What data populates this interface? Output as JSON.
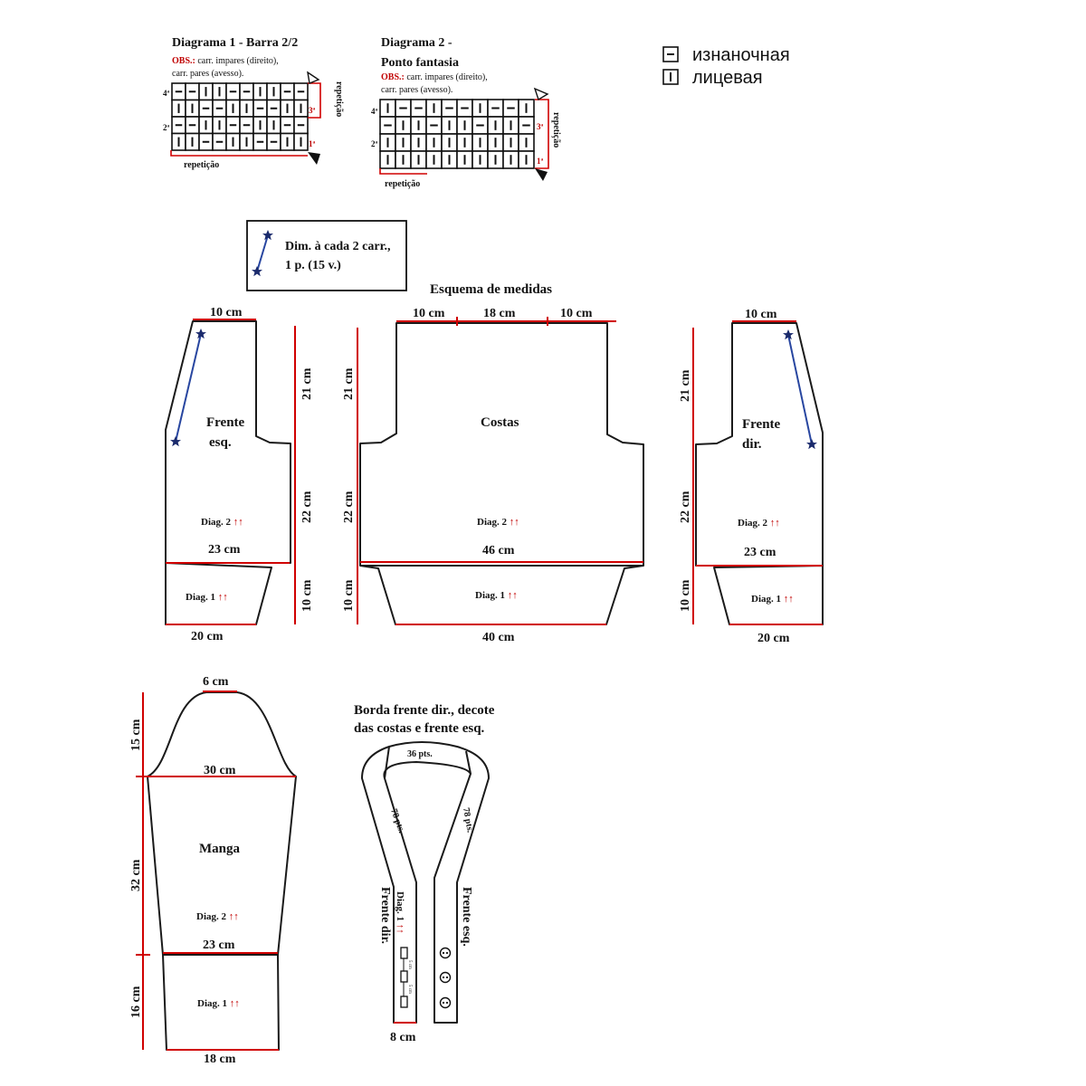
{
  "legend": {
    "purl": "изнаночная",
    "knit": "лицевая"
  },
  "diagram1": {
    "title": "Diagrama 1 - Barra 2/2",
    "obs_label": "OBS.:",
    "obs_line1": " carr. impares (direito),",
    "obs_line2": "carr. pares (avesso).",
    "rows": [
      "4ª",
      "3ª",
      "2ª",
      "1ª"
    ],
    "side_rows": [
      "3ª",
      "1ª"
    ],
    "repeat_vertical": "repetição",
    "repeat_horizontal": "repetição",
    "cells": [
      [
        "-",
        "-",
        "|",
        "|",
        "-",
        "-",
        "|",
        "|",
        "-",
        "-"
      ],
      [
        "|",
        "|",
        "-",
        "-",
        "|",
        "|",
        "-",
        "-",
        "|",
        "|"
      ],
      [
        "-",
        "-",
        "|",
        "|",
        "-",
        "-",
        "|",
        "|",
        "-",
        "-"
      ],
      [
        "|",
        "|",
        "-",
        "-",
        "|",
        "|",
        "-",
        "-",
        "|",
        "|"
      ]
    ]
  },
  "diagram2": {
    "title_line1": "Diagrama 2 -",
    "title_line2": "Ponto fantasia",
    "obs_label": "OBS.:",
    "obs_line1": " carr. impares (direito),",
    "obs_line2": "carr. pares (avesso).",
    "rows": [
      "4ª",
      "2ª"
    ],
    "side_rows": [
      "3ª",
      "1ª"
    ],
    "repeat_vertical": "repetição",
    "repeat_horizontal": "repetição",
    "cells": [
      [
        "|",
        "-",
        "-",
        "|",
        "-",
        "-",
        "|",
        "-",
        "-",
        "|"
      ],
      [
        "-",
        "|",
        "|",
        "-",
        "|",
        "|",
        "-",
        "|",
        "|",
        "-"
      ],
      [
        "|",
        "|",
        "|",
        "|",
        "|",
        "|",
        "|",
        "|",
        "|",
        "|"
      ],
      [
        "|",
        "|",
        "|",
        "|",
        "|",
        "|",
        "|",
        "|",
        "|",
        "|"
      ]
    ]
  },
  "decrease_note": {
    "line1": "Dim. à cada 2 carr.,",
    "line2": "1 p. (15 v.)"
  },
  "scheme_title": "Esquema de medidas",
  "front_left": {
    "top": "10 cm",
    "name_line1": "Frente",
    "name_line2": "esq.",
    "diag2": "Diag. 2",
    "width": "23 cm",
    "diag1": "Diag. 1",
    "bottom": "20 cm",
    "h1": "21 cm",
    "h2": "22 cm",
    "h3": "10 cm"
  },
  "back": {
    "top_left": "10 cm",
    "top_mid": "18 cm",
    "top_right": "10 cm",
    "name": "Costas",
    "diag2": "Diag. 2",
    "width": "46 cm",
    "diag1": "Diag. 1",
    "bottom": "40 cm",
    "h1": "21 cm",
    "h2": "22 cm",
    "h3": "10 cm"
  },
  "front_right": {
    "top": "10 cm",
    "name_line1": "Frente",
    "name_line2": "dir.",
    "diag2": "Diag. 2",
    "width": "23 cm",
    "diag1": "Diag. 1",
    "bottom": "20 cm",
    "h1": "21 cm",
    "h2": "22 cm",
    "h3": "10 cm"
  },
  "sleeve": {
    "top": "6 cm",
    "width_top": "30 cm",
    "name": "Manga",
    "diag2": "Diag. 2",
    "width_mid": "23 cm",
    "diag1": "Diag. 1",
    "bottom": "18 cm",
    "h1": "15 cm",
    "h2": "32 cm",
    "h3": "16 cm"
  },
  "border": {
    "title_line1": "Borda frente dir., decote",
    "title_line2": "das costas e frente esq.",
    "top_pts": "36 pts.",
    "left_pts": "78 pts.",
    "right_pts": "78 pts.",
    "left_label": "Frente dir.",
    "right_label": "Frente esq.",
    "diag1": "Diag. 1",
    "buttonhole_dim1": "5 cm",
    "buttonhole_dim2": "5 cm",
    "width": "8 cm"
  },
  "arrow_symbol": "↑↑"
}
